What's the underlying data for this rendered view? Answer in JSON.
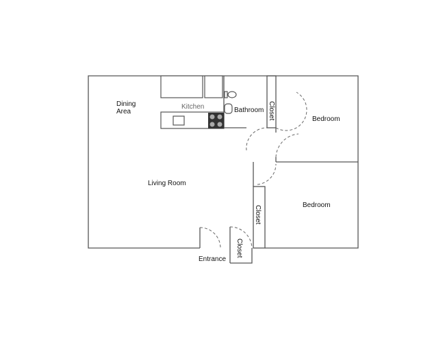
{
  "rooms": {
    "dining_line1": "Dining",
    "dining_line2": "Area",
    "kitchen": "Kitchen",
    "bathroom": "Bathroom",
    "closet_bath": "Closet",
    "bedroom_top": "Bedroom",
    "living_room": "Living Room",
    "bedroom_bottom": "Bedroom",
    "closet_hall": "Closet",
    "closet_entry": "Closet",
    "entrance": "Entrance"
  }
}
